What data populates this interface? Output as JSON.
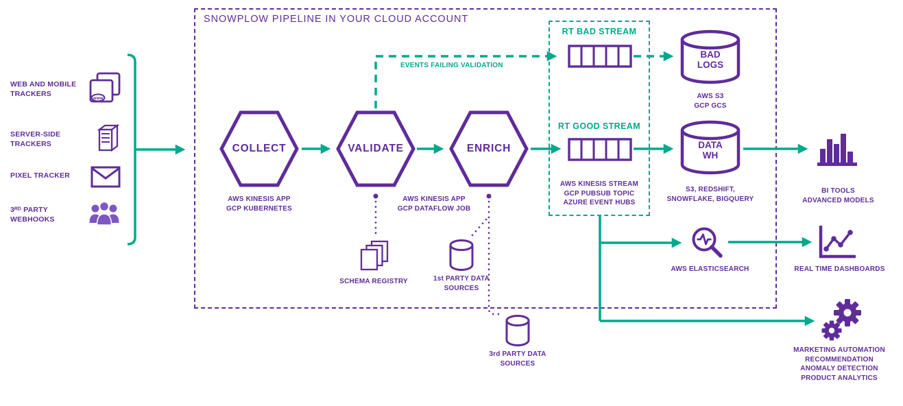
{
  "colors": {
    "purple": "#5f2c9a",
    "light_purple": "#7d56c2",
    "teal": "#00a98b"
  },
  "pipeline": {
    "title": "SNOWPLOW PIPELINE IN YOUR CLOUD ACCOUNT"
  },
  "sources": {
    "items": [
      {
        "label": "WEB AND MOBILE\nTRACKERS",
        "icon": "web-and-mobile-icon",
        "icon_text": "www"
      },
      {
        "label": "SERVER-SIDE\nTRACKERS",
        "icon": "server-icon"
      },
      {
        "label": "PIXEL TRACKER",
        "icon": "envelope-icon"
      },
      {
        "label": "3ᴿᴰ PARTY\nWEBHOOKS",
        "icon": "webhooks-people-icon"
      }
    ]
  },
  "stages": {
    "collect": {
      "label": "COLLECT",
      "caption": "AWS KINESIS APP\nGCP KUBERNETES"
    },
    "validate": {
      "label": "VALIDATE"
    },
    "enrich": {
      "label": "ENRICH",
      "caption": "AWS KINESIS APP\nGCP DATAFLOW JOB"
    }
  },
  "validation": {
    "failing_label": "EVENTS FAILING VALIDATION"
  },
  "streams": {
    "bad_label": "RT BAD STREAM",
    "good_label": "RT GOOD STREAM",
    "caption": "AWS KINESIS STREAM\nGCP PUBSUB TOPIC\nAZURE EVENT HUBS"
  },
  "stores": {
    "bad_logs": {
      "label": "BAD\nLOGS",
      "caption": "AWS S3\nGCP GCS"
    },
    "data_wh": {
      "label": "DATA\nWH",
      "caption": "S3, REDSHIFT,\nSNOWFLAKE, BIGQUERY"
    }
  },
  "outputs": {
    "bi": {
      "caption": "BI TOOLS\nADVANCED MODELS"
    },
    "elasticsearch": {
      "caption": "AWS ELASTICSEARCH"
    },
    "dashboards": {
      "caption": "REAL TIME DASHBOARDS"
    },
    "activation": {
      "caption": "MARKETING AUTOMATION\nRECOMMENDATION\nANOMALY DETECTION\nPRODUCT ANALYTICS"
    }
  },
  "data_sources": {
    "schema_registry": {
      "caption": "SCHEMA REGISTRY"
    },
    "first_party": {
      "caption": "1st PARTY DATA\nSOURCES"
    },
    "third_party": {
      "caption": "3rd PARTY DATA\nSOURCES"
    }
  }
}
